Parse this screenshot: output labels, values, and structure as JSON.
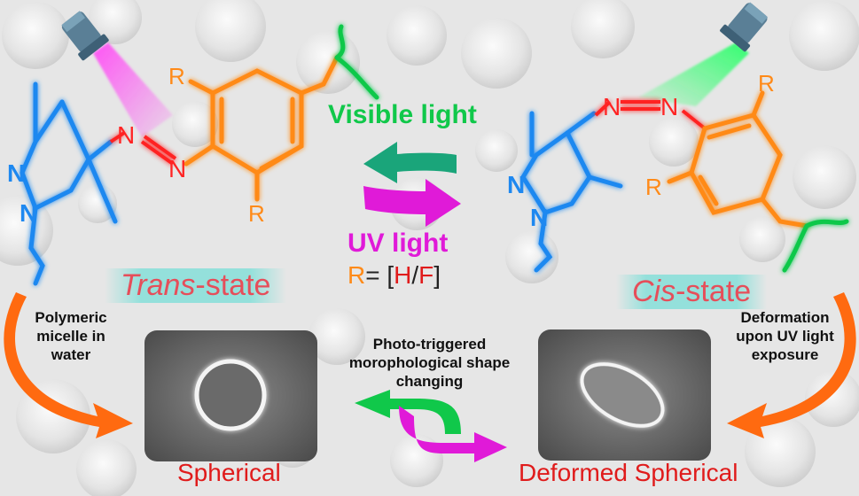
{
  "trans": {
    "name": "Trans",
    "suffix": "-state"
  },
  "cis": {
    "name": "Cis",
    "suffix": "-state"
  },
  "visible_light": "Visible light",
  "uv_light": "UV light",
  "r_def": {
    "prefix": "R",
    "eq": "= [",
    "h": "H",
    "slash": "/",
    "f": "F",
    "close": "]"
  },
  "atoms": {
    "n": "N",
    "r": "R"
  },
  "left_note": "Polymeric micelle in water",
  "right_note": "Deformation upon UV light exposure",
  "center_note": "Photo-triggered morophological shape changing",
  "spherical": "Spherical",
  "deformed": "Deformed Spherical",
  "colors": {
    "blue": "#1e88f0",
    "orange": "#ff8a18",
    "green": "#10c84a",
    "magenta": "#e01ad8",
    "red": "#ff2424",
    "teal": "#1aa57a"
  }
}
